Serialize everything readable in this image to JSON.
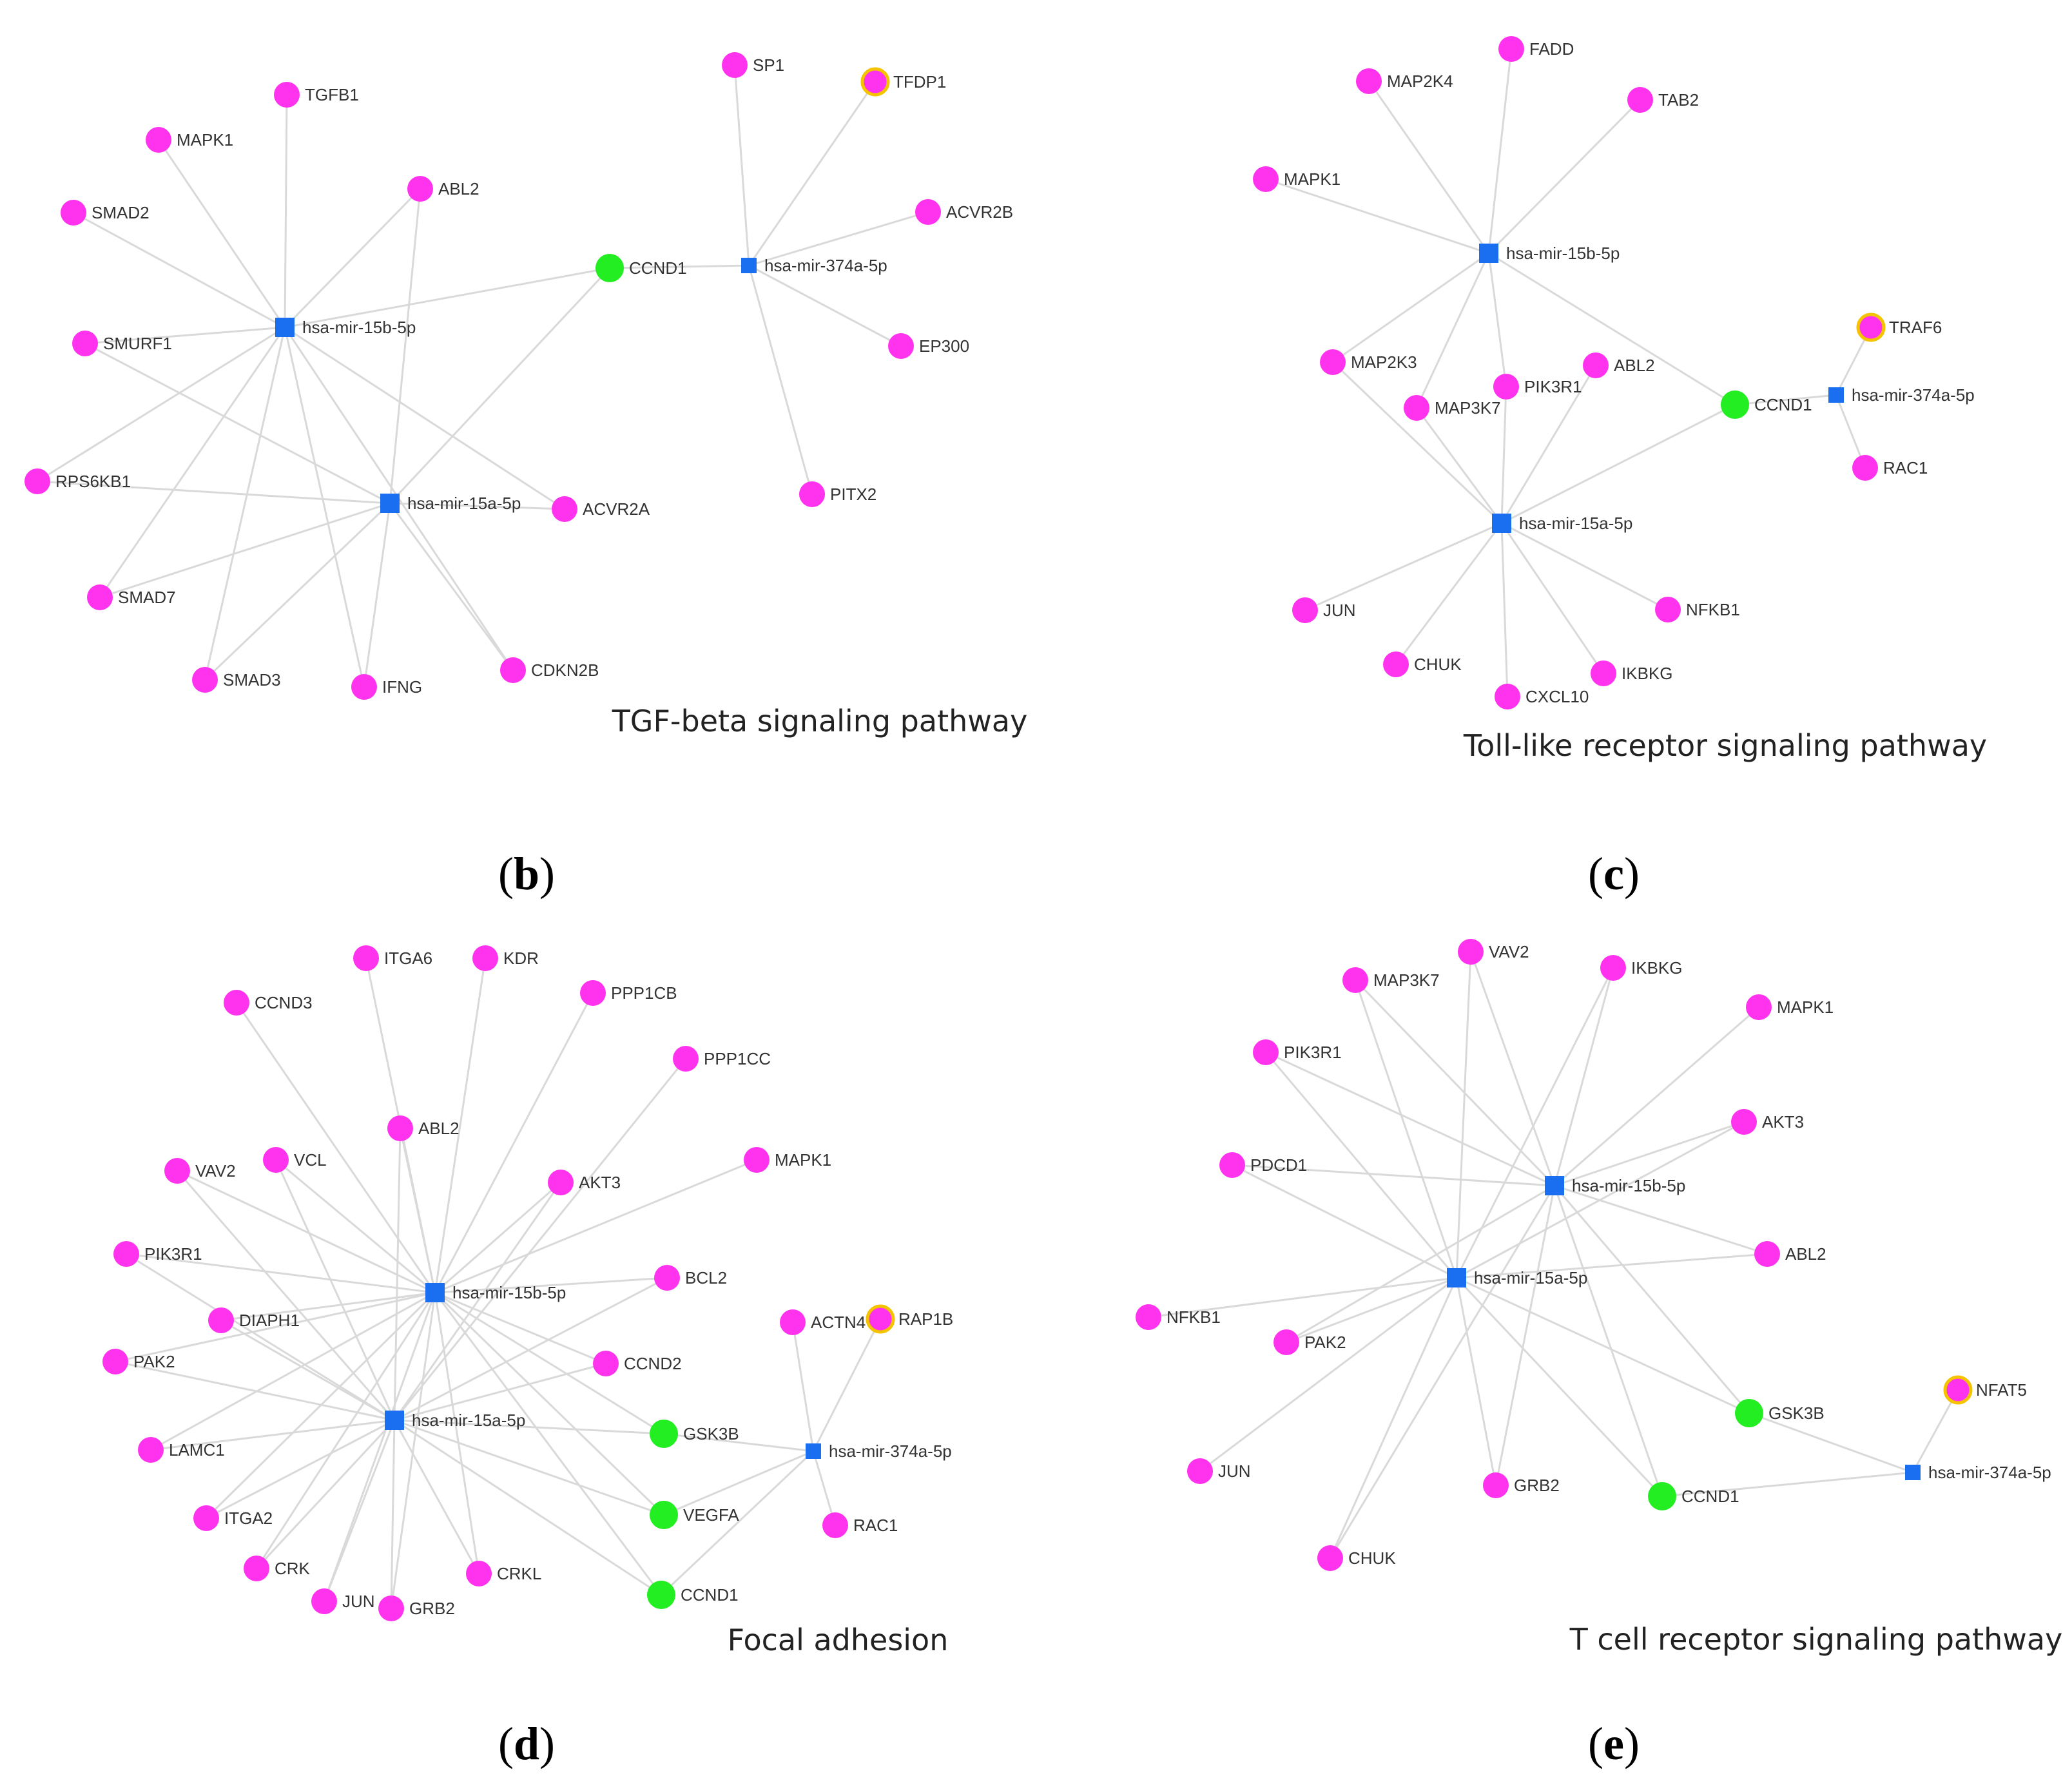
{
  "colors": {
    "gene": "#ff33ee",
    "hub_gene": "#22ee22",
    "mirna": "#1a6ff0",
    "ring": "#f5c400",
    "edge": "#d9d9d9"
  },
  "panels": [
    {
      "id": "b",
      "letter": "b",
      "caption": "TGF-beta signaling pathway",
      "mirnas": [
        {
          "id": "m15b",
          "label": "hsa-mir-15b-5p"
        },
        {
          "id": "m15a",
          "label": "hsa-mir-15a-5p"
        },
        {
          "id": "m374",
          "label": "hsa-mir-374a-5p"
        }
      ],
      "genes": [
        {
          "id": "TGFB1",
          "label": "TGFB1",
          "kind": "gene"
        },
        {
          "id": "MAPK1",
          "label": "MAPK1",
          "kind": "gene"
        },
        {
          "id": "SMAD2",
          "label": "SMAD2",
          "kind": "gene"
        },
        {
          "id": "ABL2",
          "label": "ABL2",
          "kind": "gene"
        },
        {
          "id": "SMURF1",
          "label": "SMURF1",
          "kind": "gene"
        },
        {
          "id": "RPS6KB1",
          "label": "RPS6KB1",
          "kind": "gene"
        },
        {
          "id": "SMAD7",
          "label": "SMAD7",
          "kind": "gene"
        },
        {
          "id": "SMAD3",
          "label": "SMAD3",
          "kind": "gene"
        },
        {
          "id": "IFNG",
          "label": "IFNG",
          "kind": "gene"
        },
        {
          "id": "CDKN2B",
          "label": "CDKN2B",
          "kind": "gene"
        },
        {
          "id": "ACVR2A",
          "label": "ACVR2A",
          "kind": "gene"
        },
        {
          "id": "CCND1",
          "label": "CCND1",
          "kind": "hub"
        },
        {
          "id": "SP1",
          "label": "SP1",
          "kind": "gene"
        },
        {
          "id": "TFDP1",
          "label": "TFDP1",
          "kind": "ring"
        },
        {
          "id": "ACVR2B",
          "label": "ACVR2B",
          "kind": "gene"
        },
        {
          "id": "EP300",
          "label": "EP300",
          "kind": "gene"
        },
        {
          "id": "PITX2",
          "label": "PITX2",
          "kind": "gene"
        }
      ],
      "edges": [
        [
          "m15b",
          "TGFB1"
        ],
        [
          "m15b",
          "MAPK1"
        ],
        [
          "m15b",
          "SMAD2"
        ],
        [
          "m15b",
          "ABL2"
        ],
        [
          "m15b",
          "SMURF1"
        ],
        [
          "m15b",
          "RPS6KB1"
        ],
        [
          "m15b",
          "SMAD7"
        ],
        [
          "m15b",
          "SMAD3"
        ],
        [
          "m15b",
          "IFNG"
        ],
        [
          "m15b",
          "ACVR2A"
        ],
        [
          "m15b",
          "CDKN2B"
        ],
        [
          "m15b",
          "CCND1"
        ],
        [
          "m15a",
          "ABL2"
        ],
        [
          "m15a",
          "SMURF1"
        ],
        [
          "m15a",
          "RPS6KB1"
        ],
        [
          "m15a",
          "SMAD7"
        ],
        [
          "m15a",
          "SMAD3"
        ],
        [
          "m15a",
          "IFNG"
        ],
        [
          "m15a",
          "CDKN2B"
        ],
        [
          "m15a",
          "ACVR2A"
        ],
        [
          "m15a",
          "CCND1"
        ],
        [
          "m374",
          "CCND1"
        ],
        [
          "m374",
          "SP1"
        ],
        [
          "m374",
          "TFDP1"
        ],
        [
          "m374",
          "ACVR2B"
        ],
        [
          "m374",
          "EP300"
        ],
        [
          "m374",
          "PITX2"
        ]
      ]
    },
    {
      "id": "c",
      "letter": "c",
      "caption": "Toll-like receptor signaling pathway",
      "mirnas": [
        {
          "id": "m15b",
          "label": "hsa-mir-15b-5p"
        },
        {
          "id": "m15a",
          "label": "hsa-mir-15a-5p"
        },
        {
          "id": "m374",
          "label": "hsa-mir-374a-5p"
        }
      ],
      "genes": [
        {
          "id": "FADD",
          "label": "FADD",
          "kind": "gene"
        },
        {
          "id": "MAP2K4",
          "label": "MAP2K4",
          "kind": "gene"
        },
        {
          "id": "TAB2",
          "label": "TAB2",
          "kind": "gene"
        },
        {
          "id": "MAPK1",
          "label": "MAPK1",
          "kind": "gene"
        },
        {
          "id": "TRAF6",
          "label": "TRAF6",
          "kind": "ring"
        },
        {
          "id": "MAP2K3",
          "label": "MAP2K3",
          "kind": "gene"
        },
        {
          "id": "ABL2",
          "label": "ABL2",
          "kind": "gene"
        },
        {
          "id": "PIK3R1",
          "label": "PIK3R1",
          "kind": "gene"
        },
        {
          "id": "MAP3K7",
          "label": "MAP3K7",
          "kind": "gene"
        },
        {
          "id": "CCND1",
          "label": "CCND1",
          "kind": "hub"
        },
        {
          "id": "RAC1",
          "label": "RAC1",
          "kind": "gene"
        },
        {
          "id": "JUN",
          "label": "JUN",
          "kind": "gene"
        },
        {
          "id": "NFKB1",
          "label": "NFKB1",
          "kind": "gene"
        },
        {
          "id": "CHUK",
          "label": "CHUK",
          "kind": "gene"
        },
        {
          "id": "IKBKG",
          "label": "IKBKG",
          "kind": "gene"
        },
        {
          "id": "CXCL10",
          "label": "CXCL10",
          "kind": "gene"
        }
      ],
      "edges": [
        [
          "m15b",
          "FADD"
        ],
        [
          "m15b",
          "MAP2K4"
        ],
        [
          "m15b",
          "TAB2"
        ],
        [
          "m15b",
          "MAPK1"
        ],
        [
          "m15b",
          "MAP2K3"
        ],
        [
          "m15b",
          "PIK3R1"
        ],
        [
          "m15b",
          "MAP3K7"
        ],
        [
          "m15b",
          "CCND1"
        ],
        [
          "m15a",
          "MAP2K3"
        ],
        [
          "m15a",
          "ABL2"
        ],
        [
          "m15a",
          "PIK3R1"
        ],
        [
          "m15a",
          "MAP3K7"
        ],
        [
          "m15a",
          "JUN"
        ],
        [
          "m15a",
          "CHUK"
        ],
        [
          "m15a",
          "CXCL10"
        ],
        [
          "m15a",
          "IKBKG"
        ],
        [
          "m15a",
          "NFKB1"
        ],
        [
          "m15a",
          "CCND1"
        ],
        [
          "m374",
          "CCND1"
        ],
        [
          "m374",
          "TRAF6"
        ],
        [
          "m374",
          "RAC1"
        ]
      ]
    },
    {
      "id": "d",
      "letter": "d",
      "caption": "Focal adhesion",
      "mirnas": [
        {
          "id": "m15b",
          "label": "hsa-mir-15b-5p"
        },
        {
          "id": "m15a",
          "label": "hsa-mir-15a-5p"
        },
        {
          "id": "m374",
          "label": "hsa-mir-374a-5p"
        }
      ],
      "genes": [
        {
          "id": "ITGA6",
          "label": "ITGA6",
          "kind": "gene"
        },
        {
          "id": "KDR",
          "label": "KDR",
          "kind": "gene"
        },
        {
          "id": "CCND3",
          "label": "CCND3",
          "kind": "gene"
        },
        {
          "id": "PPP1CB",
          "label": "PPP1CB",
          "kind": "gene"
        },
        {
          "id": "PPP1CC",
          "label": "PPP1CC",
          "kind": "gene"
        },
        {
          "id": "ABL2",
          "label": "ABL2",
          "kind": "gene"
        },
        {
          "id": "VCL",
          "label": "VCL",
          "kind": "gene"
        },
        {
          "id": "VAV2",
          "label": "VAV2",
          "kind": "gene"
        },
        {
          "id": "AKT3",
          "label": "AKT3",
          "kind": "gene"
        },
        {
          "id": "MAPK1",
          "label": "MAPK1",
          "kind": "gene"
        },
        {
          "id": "PIK3R1",
          "label": "PIK3R1",
          "kind": "gene"
        },
        {
          "id": "BCL2",
          "label": "BCL2",
          "kind": "gene"
        },
        {
          "id": "DIAPH1",
          "label": "DIAPH1",
          "kind": "gene"
        },
        {
          "id": "ACTN4",
          "label": "ACTN4",
          "kind": "gene"
        },
        {
          "id": "RAP1B",
          "label": "RAP1B",
          "kind": "ring"
        },
        {
          "id": "PAK2",
          "label": "PAK2",
          "kind": "gene"
        },
        {
          "id": "CCND2",
          "label": "CCND2",
          "kind": "gene"
        },
        {
          "id": "GSK3B",
          "label": "GSK3B",
          "kind": "hub"
        },
        {
          "id": "LAMC1",
          "label": "LAMC1",
          "kind": "gene"
        },
        {
          "id": "VEGFA",
          "label": "VEGFA",
          "kind": "hub"
        },
        {
          "id": "RAC1",
          "label": "RAC1",
          "kind": "gene"
        },
        {
          "id": "ITGA2",
          "label": "ITGA2",
          "kind": "gene"
        },
        {
          "id": "CRK",
          "label": "CRK",
          "kind": "gene"
        },
        {
          "id": "CRKL",
          "label": "CRKL",
          "kind": "gene"
        },
        {
          "id": "JUN",
          "label": "JUN",
          "kind": "gene"
        },
        {
          "id": "GRB2",
          "label": "GRB2",
          "kind": "gene"
        },
        {
          "id": "CCND1",
          "label": "CCND1",
          "kind": "hub"
        }
      ],
      "edges": [
        [
          "m15b",
          "ITGA6"
        ],
        [
          "m15b",
          "KDR"
        ],
        [
          "m15b",
          "CCND3"
        ],
        [
          "m15b",
          "PPP1CB"
        ],
        [
          "m15b",
          "ABL2"
        ],
        [
          "m15b",
          "VCL"
        ],
        [
          "m15b",
          "VAV2"
        ],
        [
          "m15b",
          "AKT3"
        ],
        [
          "m15b",
          "MAPK1"
        ],
        [
          "m15b",
          "PIK3R1"
        ],
        [
          "m15b",
          "BCL2"
        ],
        [
          "m15b",
          "DIAPH1"
        ],
        [
          "m15b",
          "PAK2"
        ],
        [
          "m15b",
          "CCND2"
        ],
        [
          "m15b",
          "GSK3B"
        ],
        [
          "m15b",
          "LAMC1"
        ],
        [
          "m15b",
          "VEGFA"
        ],
        [
          "m15b",
          "ITGA2"
        ],
        [
          "m15b",
          "CRK"
        ],
        [
          "m15b",
          "JUN"
        ],
        [
          "m15b",
          "GRB2"
        ],
        [
          "m15b",
          "CRKL"
        ],
        [
          "m15b",
          "CCND1"
        ],
        [
          "m15a",
          "PPP1CC"
        ],
        [
          "m15a",
          "ABL2"
        ],
        [
          "m15a",
          "VCL"
        ],
        [
          "m15a",
          "VAV2"
        ],
        [
          "m15a",
          "AKT3"
        ],
        [
          "m15a",
          "PIK3R1"
        ],
        [
          "m15a",
          "BCL2"
        ],
        [
          "m15a",
          "DIAPH1"
        ],
        [
          "m15a",
          "PAK2"
        ],
        [
          "m15a",
          "CCND2"
        ],
        [
          "m15a",
          "GSK3B"
        ],
        [
          "m15a",
          "LAMC1"
        ],
        [
          "m15a",
          "VEGFA"
        ],
        [
          "m15a",
          "ITGA2"
        ],
        [
          "m15a",
          "CRK"
        ],
        [
          "m15a",
          "JUN"
        ],
        [
          "m15a",
          "GRB2"
        ],
        [
          "m15a",
          "CRKL"
        ],
        [
          "m15a",
          "CCND1"
        ],
        [
          "m374",
          "ACTN4"
        ],
        [
          "m374",
          "RAP1B"
        ],
        [
          "m374",
          "GSK3B"
        ],
        [
          "m374",
          "VEGFA"
        ],
        [
          "m374",
          "RAC1"
        ],
        [
          "m374",
          "CCND1"
        ]
      ]
    },
    {
      "id": "e",
      "letter": "e",
      "caption": "T cell receptor signaling pathway",
      "mirnas": [
        {
          "id": "m15b",
          "label": "hsa-mir-15b-5p"
        },
        {
          "id": "m15a",
          "label": "hsa-mir-15a-5p"
        },
        {
          "id": "m374",
          "label": "hsa-mir-374a-5p"
        }
      ],
      "genes": [
        {
          "id": "VAV2",
          "label": "VAV2",
          "kind": "gene"
        },
        {
          "id": "MAP3K7",
          "label": "MAP3K7",
          "kind": "gene"
        },
        {
          "id": "IKBKG",
          "label": "IKBKG",
          "kind": "gene"
        },
        {
          "id": "MAPK1",
          "label": "MAPK1",
          "kind": "gene"
        },
        {
          "id": "PIK3R1",
          "label": "PIK3R1",
          "kind": "gene"
        },
        {
          "id": "AKT3",
          "label": "AKT3",
          "kind": "gene"
        },
        {
          "id": "PDCD1",
          "label": "PDCD1",
          "kind": "gene"
        },
        {
          "id": "ABL2",
          "label": "ABL2",
          "kind": "gene"
        },
        {
          "id": "NFKB1",
          "label": "NFKB1",
          "kind": "gene"
        },
        {
          "id": "PAK2",
          "label": "PAK2",
          "kind": "gene"
        },
        {
          "id": "NFAT5",
          "label": "NFAT5",
          "kind": "ring"
        },
        {
          "id": "GSK3B",
          "label": "GSK3B",
          "kind": "hub"
        },
        {
          "id": "JUN",
          "label": "JUN",
          "kind": "gene"
        },
        {
          "id": "GRB2",
          "label": "GRB2",
          "kind": "gene"
        },
        {
          "id": "CCND1",
          "label": "CCND1",
          "kind": "hub"
        },
        {
          "id": "CHUK",
          "label": "CHUK",
          "kind": "gene"
        }
      ],
      "edges": [
        [
          "m15b",
          "VAV2"
        ],
        [
          "m15b",
          "MAP3K7"
        ],
        [
          "m15b",
          "IKBKG"
        ],
        [
          "m15b",
          "MAPK1"
        ],
        [
          "m15b",
          "PIK3R1"
        ],
        [
          "m15b",
          "AKT3"
        ],
        [
          "m15b",
          "PDCD1"
        ],
        [
          "m15b",
          "ABL2"
        ],
        [
          "m15b",
          "PAK2"
        ],
        [
          "m15b",
          "GSK3B"
        ],
        [
          "m15b",
          "GRB2"
        ],
        [
          "m15b",
          "CCND1"
        ],
        [
          "m15b",
          "CHUK"
        ],
        [
          "m15a",
          "VAV2"
        ],
        [
          "m15a",
          "MAP3K7"
        ],
        [
          "m15a",
          "IKBKG"
        ],
        [
          "m15a",
          "PIK3R1"
        ],
        [
          "m15a",
          "AKT3"
        ],
        [
          "m15a",
          "PDCD1"
        ],
        [
          "m15a",
          "ABL2"
        ],
        [
          "m15a",
          "NFKB1"
        ],
        [
          "m15a",
          "PAK2"
        ],
        [
          "m15a",
          "GSK3B"
        ],
        [
          "m15a",
          "JUN"
        ],
        [
          "m15a",
          "GRB2"
        ],
        [
          "m15a",
          "CCND1"
        ],
        [
          "m15a",
          "CHUK"
        ],
        [
          "m374",
          "NFAT5"
        ],
        [
          "m374",
          "GSK3B"
        ],
        [
          "m374",
          "CCND1"
        ]
      ]
    }
  ]
}
